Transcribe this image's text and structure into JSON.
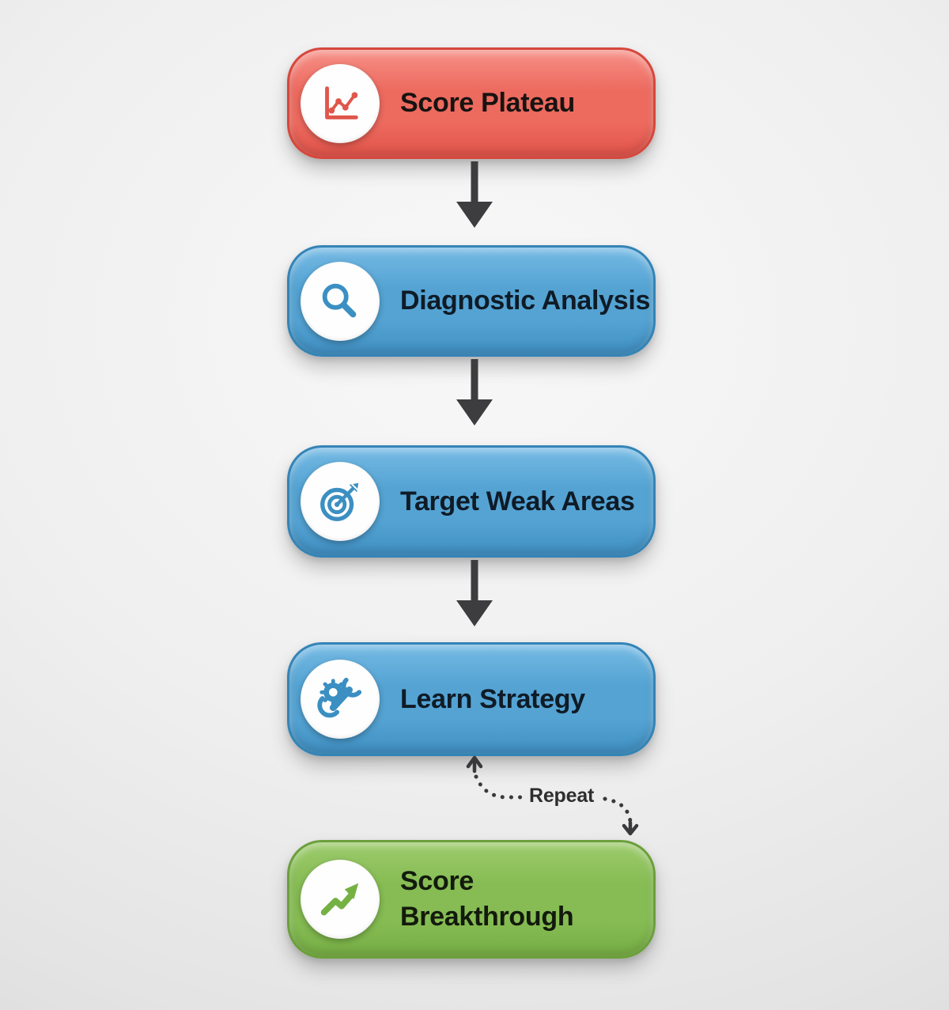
{
  "steps": [
    {
      "label": "Score Plateau",
      "icon": "line-chart-icon",
      "colors": {
        "top": "#f69087",
        "base": "#ed6a5f",
        "bottom": "#e2544a",
        "edge": "#d6473d",
        "icon": "#e0564b",
        "label": "#171311"
      }
    },
    {
      "label": "Diagnostic Analysis",
      "icon": "magnifier-icon",
      "colors": {
        "top": "#75bae4",
        "base": "#54a3d3",
        "bottom": "#4090c3",
        "edge": "#3484b6",
        "icon": "#3b8fc2",
        "label": "#0f1b26"
      }
    },
    {
      "label": "Target Weak Areas",
      "icon": "target-icon",
      "colors": {
        "top": "#75bae4",
        "base": "#54a3d3",
        "bottom": "#4090c3",
        "edge": "#3484b6",
        "icon": "#3b8fc2",
        "label": "#0f1b26"
      }
    },
    {
      "label": "Learn Strategy",
      "icon": "gear-wrench-icon",
      "colors": {
        "top": "#75bae4",
        "base": "#54a3d3",
        "bottom": "#4090c3",
        "edge": "#3484b6",
        "icon": "#3b8fc2",
        "label": "#0f1b26"
      }
    },
    {
      "label": "Score Breakthrough",
      "icon": "trending-up-icon",
      "colors": {
        "top": "#9cca6c",
        "base": "#86bc53",
        "bottom": "#77af45",
        "edge": "#6ba03c",
        "icon": "#76b144",
        "label": "#131a0d"
      }
    }
  ],
  "connectors": {
    "arrow_color": "#3d3d3f",
    "repeat": {
      "label": "Repeat",
      "color": "#3a3a3c"
    }
  }
}
